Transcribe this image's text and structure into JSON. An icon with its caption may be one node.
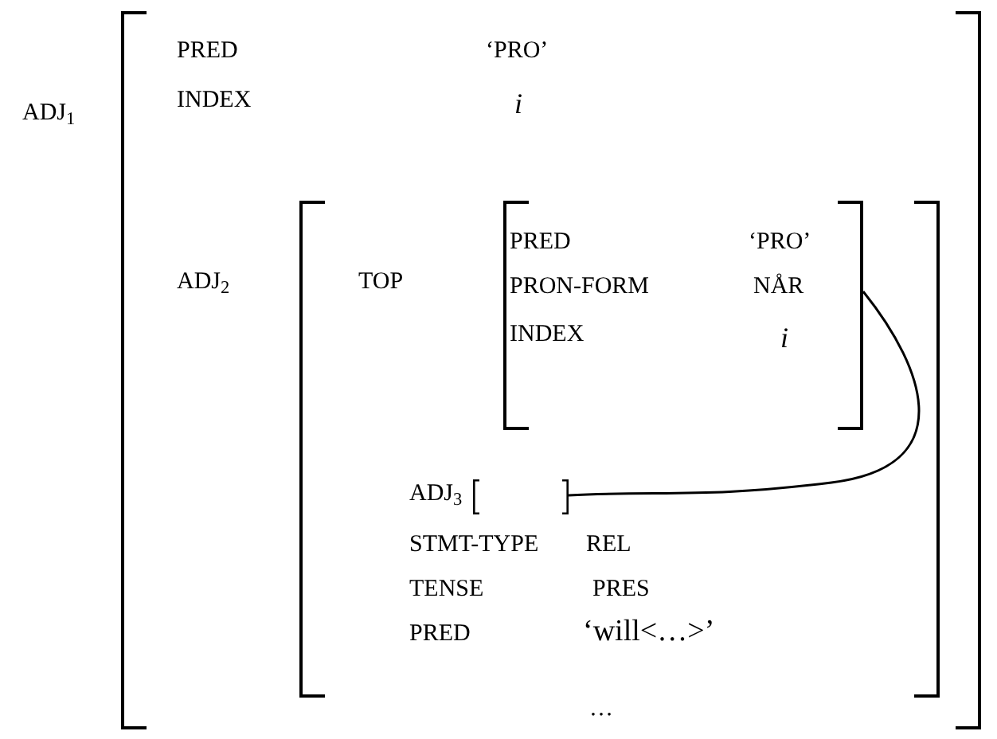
{
  "diagram": {
    "nodes": [
      {
        "text": [
          "ADJ$_{1}$",
          "PRED",
          "‘PRO’",
          "INDEX",
          "i",
          "…"
        ]
      },
      {
        "text": [
          "ADJ$_{2}$",
          "TOP",
          "STMT-TYPE",
          "REL",
          "TENSE",
          "PRES",
          "PRED",
          "‘will<…>’"
        ],
        "in": 0
      },
      {
        "text": [
          "PRED",
          "‘PRO’",
          "PRON-FORM",
          "NÅR",
          "INDEX",
          "i"
        ],
        "in": 1
      },
      {
        "text": [],
        "shape": "box",
        "in": 1,
        "beside": [
          "ADJ$_{3}$"
        ]
      }
    ],
    "edges": [
      {
        "from": 2,
        "to": 3,
        "arrow": "none"
      }
    ]
  }
}
